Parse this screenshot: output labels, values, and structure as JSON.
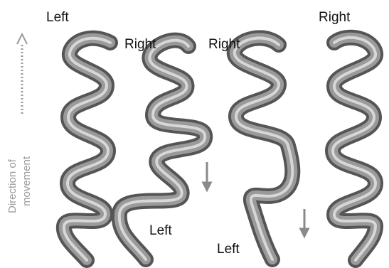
{
  "labels": {
    "left_1": "Left",
    "right_2": "Right",
    "left_2": "Left",
    "right_3": "Right",
    "left_3": "Left",
    "right_4": "Right"
  },
  "direction_label": {
    "line1": "Direction of",
    "line2": "movement"
  },
  "colors": {
    "tube_dark": "#4a4a4a",
    "tube_mid": "#8c8c8c",
    "tube_light": "#e6e6e6",
    "arrow": "#8a8a8a"
  }
}
